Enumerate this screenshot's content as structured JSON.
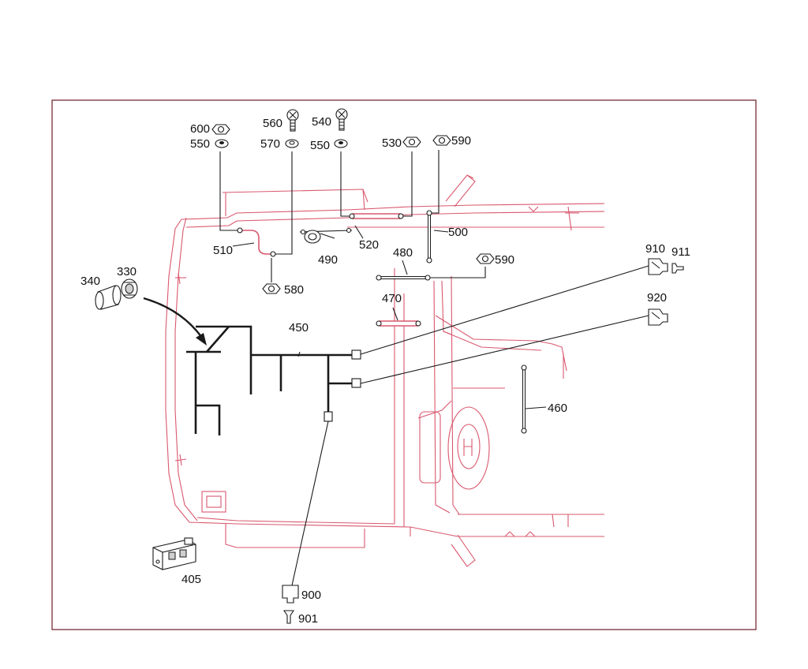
{
  "diagram": {
    "part_labels": {
      "p600": "600",
      "p550a": "550",
      "p560": "560",
      "p570": "570",
      "p540": "540",
      "p550b": "550",
      "p530": "530",
      "p590a": "590",
      "p510": "510",
      "p580": "580",
      "p490": "490",
      "p520": "520",
      "p500": "500",
      "p480": "480",
      "p590b": "590",
      "p910": "910",
      "p911": "911",
      "p340": "340",
      "p330": "330",
      "p920": "920",
      "p470": "470",
      "p450": "450",
      "p460": "460",
      "p405": "405",
      "p900": "900",
      "p901": "901"
    },
    "colors": {
      "body_outline": "#d9586e",
      "frame": "#6b1a24",
      "wiring": "#1a1a1a"
    }
  }
}
